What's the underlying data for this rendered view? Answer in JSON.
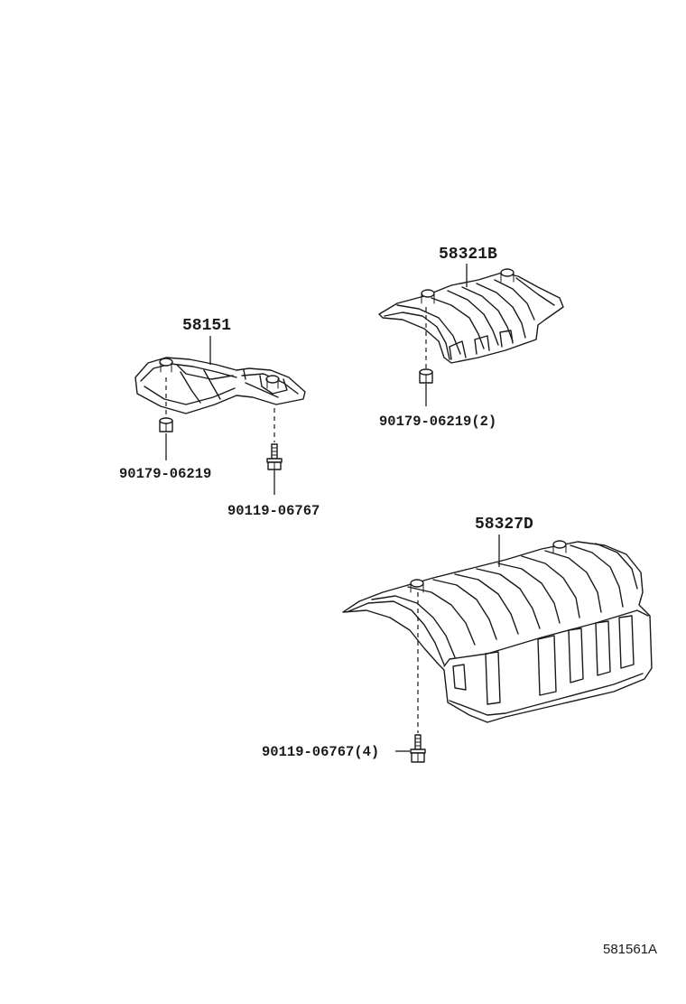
{
  "diagram": {
    "parts": [
      {
        "number": "58151",
        "icon": "floor-heat-insulator-front"
      },
      {
        "number": "58321B",
        "icon": "heat-insulator-center"
      },
      {
        "number": "58327D",
        "icon": "heat-insulator-rear"
      }
    ],
    "fasteners": [
      {
        "number": "90179-06219",
        "icon": "nut-icon"
      },
      {
        "number": "90119-06767",
        "icon": "bolt-icon"
      },
      {
        "number": "90179-06219(2)",
        "icon": "nut-icon"
      },
      {
        "number": "90119-06767(4)",
        "icon": "bolt-icon"
      }
    ],
    "reference_code": "581561A"
  }
}
